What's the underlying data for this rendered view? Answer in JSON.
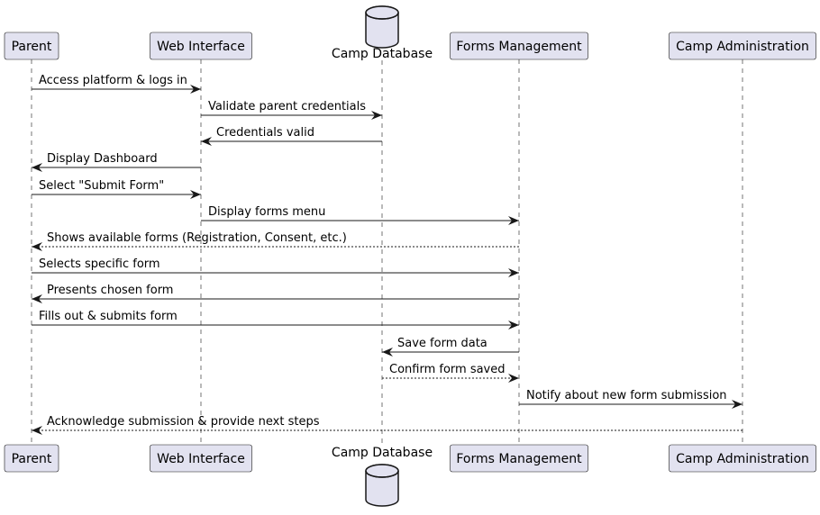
{
  "participants": [
    {
      "id": "parent",
      "label": "Parent",
      "kind": "box"
    },
    {
      "id": "web",
      "label": "Web Interface",
      "kind": "box"
    },
    {
      "id": "db",
      "label": "Camp Database",
      "kind": "database"
    },
    {
      "id": "forms",
      "label": "Forms Management",
      "kind": "box"
    },
    {
      "id": "admin",
      "label": "Camp Administration",
      "kind": "box"
    }
  ],
  "messages": [
    {
      "from": "parent",
      "to": "web",
      "label": "Access platform & logs in",
      "style": "solid"
    },
    {
      "from": "web",
      "to": "db",
      "label": "Validate parent credentials",
      "style": "solid"
    },
    {
      "from": "db",
      "to": "web",
      "label": "Credentials valid",
      "style": "solid"
    },
    {
      "from": "web",
      "to": "parent",
      "label": "Display Dashboard",
      "style": "solid"
    },
    {
      "from": "parent",
      "to": "web",
      "label": "Select \"Submit Form\"",
      "style": "solid"
    },
    {
      "from": "web",
      "to": "forms",
      "label": "Display forms menu",
      "style": "solid"
    },
    {
      "from": "forms",
      "to": "parent",
      "label": "Shows available forms (Registration, Consent, etc.)",
      "style": "dashed"
    },
    {
      "from": "parent",
      "to": "forms",
      "label": "Selects specific form",
      "style": "solid"
    },
    {
      "from": "forms",
      "to": "parent",
      "label": "Presents chosen form",
      "style": "solid"
    },
    {
      "from": "parent",
      "to": "forms",
      "label": "Fills out & submits form",
      "style": "solid"
    },
    {
      "from": "forms",
      "to": "db",
      "label": "Save form data",
      "style": "solid"
    },
    {
      "from": "db",
      "to": "forms",
      "label": "Confirm form saved",
      "style": "dashed"
    },
    {
      "from": "forms",
      "to": "admin",
      "label": "Notify about new form submission",
      "style": "solid"
    },
    {
      "from": "admin",
      "to": "parent",
      "label": "Acknowledge submission & provide next steps",
      "style": "dashed"
    }
  ]
}
